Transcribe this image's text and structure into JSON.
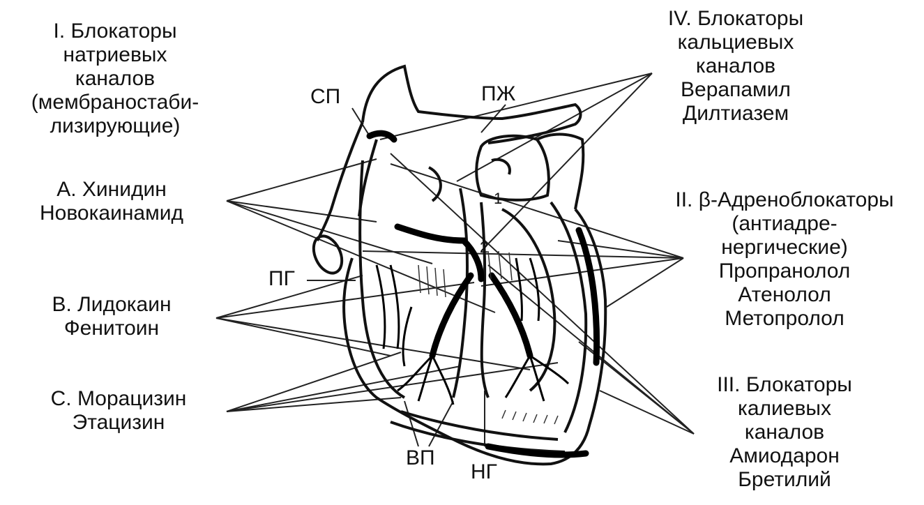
{
  "left_groups": {
    "class1": [
      "I. Блокаторы",
      "натриевых",
      "каналов",
      "(мембраностаби-",
      "лизирующие)"
    ],
    "a": [
      "А. Хинидин",
      "Новокаинамид"
    ],
    "b": [
      "В. Лидокаин",
      "Фенитоин"
    ],
    "c": [
      "С. Морацизин",
      "Этацизин"
    ]
  },
  "right_groups": {
    "class4": [
      "IV. Блокаторы",
      "кальциевых",
      "каналов",
      "Верапамил",
      "Дилтиазем"
    ],
    "class2": [
      "II. β-Адреноблокаторы",
      "(антиадре-",
      "нергические)",
      "Пропранолол",
      "Атенолол",
      "Метопролол"
    ],
    "class3": [
      "III. Блокаторы",
      "калиевых",
      "каналов",
      "Амиодарон",
      "Бретилий"
    ]
  },
  "heart_labels": {
    "sp": "СП",
    "pzh": "ПЖ",
    "pg": "ПГ",
    "vp": "ВП",
    "ng": "НГ",
    "n1": "1",
    "n2": "2"
  }
}
